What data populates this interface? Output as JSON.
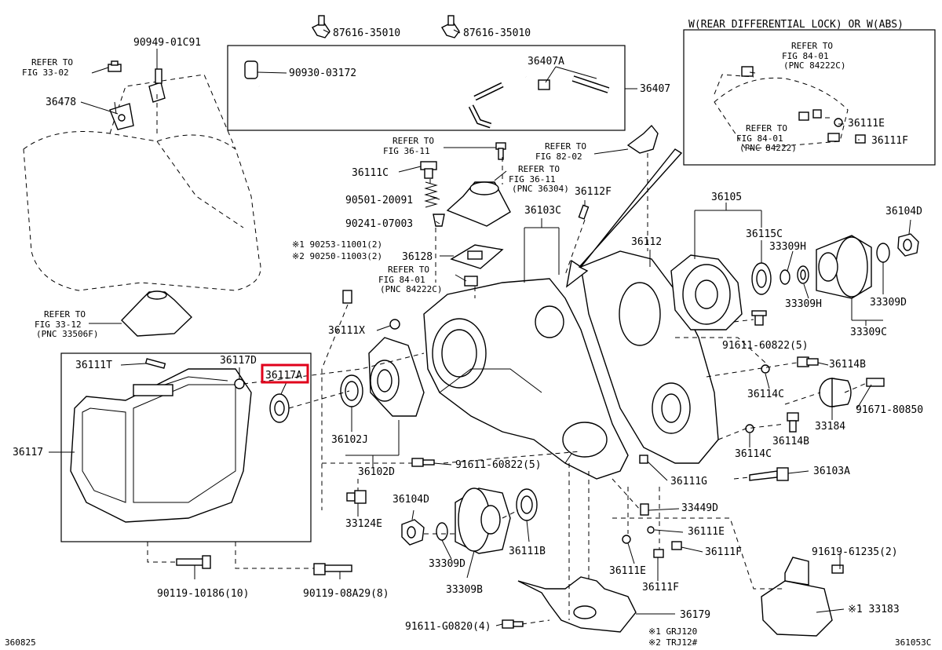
{
  "header": {
    "rear_diff_note": "W(REAR DIFFERENTIAL LOCK) OR W(ABS)"
  },
  "footer": {
    "left_code": "360825",
    "right_code": "361053C",
    "note1": "※1 GRJ120",
    "note2": "※2 TRJ12#"
  },
  "highlight": {
    "part": "36117A",
    "color": "#e0001b"
  },
  "labels": {
    "p90949": "90949-01C91",
    "p87616a": "87616-35010",
    "p87616b": "87616-35010",
    "refer3302_a": "REFER TO",
    "refer3302_b": "FIG 33-02",
    "p36478": "36478",
    "p90930": "90930-03172",
    "p36407A": "36407A",
    "p36407": "36407",
    "refer3611a_a": "REFER TO",
    "refer3611a_b": "FIG 36-11",
    "refer8202_a": "REFER TO",
    "refer8202_b": "FIG 82-02",
    "p36111C": "36111C",
    "refer3611b_a": "REFER TO",
    "refer3611b_b": "FIG 36-11",
    "refer3611b_c": "(PNC 36304)",
    "p36112F": "36112F",
    "p90501": "90501-20091",
    "p90241": "90241-07003",
    "p36103C": "36103C",
    "p90253": "※1 90253-11001(2)",
    "p90250": "※2 90250-11003(2)",
    "p36128": "36128",
    "refer8401a_a": "REFER TO",
    "refer8401a_b": "FIG 84-01",
    "refer8401a_c": "(PNC 84222C)",
    "p36105": "36105",
    "p36104D_top": "36104D",
    "p36112": "36112",
    "p36115C": "36115C",
    "p33309H_top": "33309H",
    "p33309H": "33309H",
    "p33309D_right": "33309D",
    "p33309C": "33309C",
    "refer3312_a": "REFER TO",
    "refer3312_b": "FIG 33-12",
    "refer3312_c": "(PNC 33506F)",
    "p36111X": "36111X",
    "p91611_60822_r": "91611-60822(5)",
    "p36111T": "36111T",
    "p36117D": "36117D",
    "p36117A": "36117A",
    "p36114B_top": "36114B",
    "p36114C_top": "36114C",
    "p91671": "91671-80850",
    "p36102J": "36102J",
    "p36117": "36117",
    "p33184": "33184",
    "p36114B": "36114B",
    "p36114C": "36114C",
    "p36102D": "36102D",
    "p91611_60822_b": "91611-60822(5)",
    "p36103A": "36103A",
    "p36111G": "36111G",
    "p36104D": "36104D",
    "p33449D": "33449D",
    "p33124E": "33124E",
    "p36111E_r": "36111E",
    "p36111B": "36111B",
    "p36111F_r": "36111F",
    "p33309D": "33309D",
    "p91619": "91619-61235(2)",
    "p36111E_b": "36111E",
    "p36111F_b": "36111F",
    "p33309B": "33309B",
    "p90119_10186": "90119-10186(10)",
    "p90119_08A29": "90119-08A29(8)",
    "p36179": "36179",
    "p33183": "※1 33183",
    "p91611_G0820": "91611-G0820(4)",
    "inset_refer_a": "REFER TO",
    "inset_refer_b": "FIG 84-01",
    "inset_refer_c": "(PNC 84222C)",
    "inset_refer2_a": "REFER TO",
    "inset_refer2_b": "FIG 84-01",
    "inset_refer2_c": "(PNC 84222)",
    "inset_36111E": "36111E",
    "inset_36111F": "36111F"
  }
}
